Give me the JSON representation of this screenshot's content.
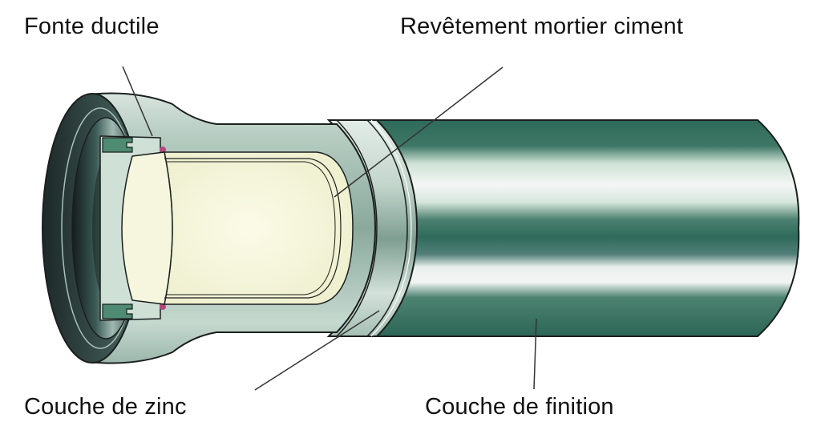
{
  "diagram": {
    "subject": "Ductile iron pipe cutaway with socket",
    "labels": [
      {
        "id": "fonte_ductile",
        "text": "Fonte ductile",
        "position": "top-left"
      },
      {
        "id": "revetement",
        "text": "Revêtement mortier ciment",
        "position": "top-right"
      },
      {
        "id": "zinc",
        "text": "Couche de zinc",
        "position": "bottom-left"
      },
      {
        "id": "finition",
        "text": "Couche de finition",
        "position": "bottom-right"
      }
    ],
    "colors": {
      "background": "#ffffff",
      "outer_coating_dark": "#2f6a5a",
      "outer_coating_mid": "#4c8270",
      "outer_coating_light": "#eef3f0",
      "iron_body": "#c9d9d0",
      "iron_shadow": "#7f9e92",
      "mortar_lining": "#f7f6dc",
      "gasket": "#4f8a72",
      "socket_dark": "#1f2d2c",
      "outline": "#1a1f1e",
      "leader_line": "#333333",
      "seal_accent": "#b04a7a"
    }
  }
}
